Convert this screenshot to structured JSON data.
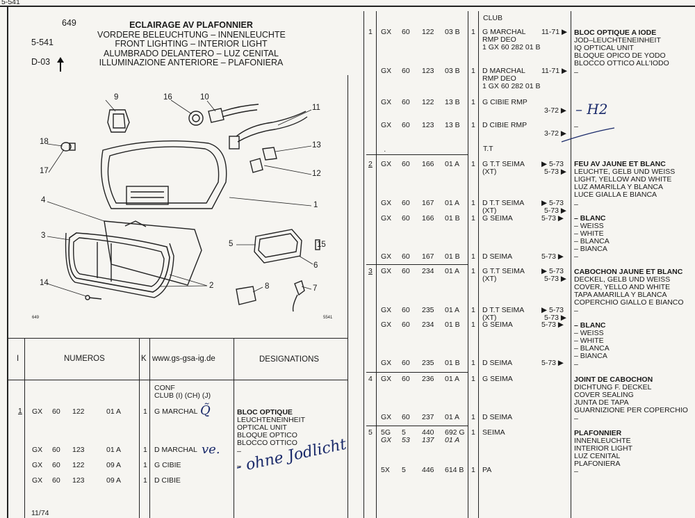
{
  "page_ref": "5-541",
  "header": {
    "number": "649",
    "code": "5-541",
    "sub_code": "D-03",
    "title_lines": [
      "ECLAIRAGE AV PLAFONNIER",
      "VORDERE BELEUCHTUNG – INNENLEUCHTE",
      "FRONT LIGHTING – INTERIOR LIGHT",
      "ALUMBRADO DELANTERO – LUZ CENITAL",
      "ILLUMINAZIONE ANTERIORE – PLAFONIERA"
    ]
  },
  "diagram": {
    "labels": [
      "9",
      "16",
      "10",
      "11",
      "18",
      "17",
      "13",
      "12",
      "4",
      "1",
      "3",
      "5",
      "15",
      "6",
      "14",
      "2",
      "8",
      "7"
    ],
    "corner_left": "649",
    "corner_right": "5541"
  },
  "table_header": {
    "col_i": "I",
    "col_numeros": "NUMEROS",
    "col_k": "K",
    "website": "www.gs-gsa-ig.de",
    "col_designations": "DESIGNATIONS"
  },
  "left_conf": [
    "CONF",
    "CLUB (I) (CH) (J)"
  ],
  "left_rows": [
    {
      "idx": "1",
      "p1": "GX",
      "p2": "60",
      "p3": "122",
      "p4": "01 A",
      "q": "1",
      "name": "G MARCHAL"
    },
    {
      "idx": "",
      "p1": "GX",
      "p2": "60",
      "p3": "123",
      "p4": "01 A",
      "q": "1",
      "name": "D MARCHAL"
    },
    {
      "idx": "",
      "p1": "GX",
      "p2": "60",
      "p3": "122",
      "p4": "09 A",
      "q": "1",
      "name": "G CIBIE"
    },
    {
      "idx": "",
      "p1": "GX",
      "p2": "60",
      "p3": "123",
      "p4": "09 A",
      "q": "1",
      "name": "D CIBIE"
    }
  ],
  "left_desc": {
    "bloc": [
      "BLOC OPTIQUE",
      "LEUCHTENEINHEIT",
      "OPTICAL UNIT",
      "BLOQUE OPTICO",
      "BLOCCO OTTICO"
    ],
    "dash1": "–",
    "dash2": "–"
  },
  "handwriting": {
    "note1": "Q̃",
    "note2": "ve.",
    "note3": "- ohne Jodlicht",
    "note4": "– H2"
  },
  "footer_date": "11/74",
  "right": {
    "club": "CLUB",
    "tt": "T.T",
    "rows": [
      {
        "idx": "1",
        "p1": "GX",
        "p2": "60",
        "p3": "122",
        "p4": "03 B",
        "q": "1",
        "name": [
          "G MARCHAL",
          "RMP DEO",
          "1 GX 60 282 01 B"
        ],
        "date": "11-71 ▶"
      },
      {
        "idx": "",
        "p1": "GX",
        "p2": "60",
        "p3": "123",
        "p4": "03 B",
        "q": "1",
        "name": [
          "D MARCHAL",
          "RMP DEO",
          "1 GX 60 282 01 B"
        ],
        "date": "11-71 ▶"
      },
      {
        "idx": "",
        "p1": "GX",
        "p2": "60",
        "p3": "122",
        "p4": "13 B",
        "q": "1",
        "name": [
          "G CIBIE RMP"
        ],
        "date": "3-72 ▶"
      },
      {
        "idx": "",
        "p1": "GX",
        "p2": "60",
        "p3": "123",
        "p4": "13 B",
        "q": "1",
        "name": [
          "D CIBIE RMP"
        ],
        "date": "3-72 ▶"
      },
      {
        "idx": "2",
        "p1": "GX",
        "p2": "60",
        "p3": "166",
        "p4": "01 A",
        "q": "1",
        "name": [
          "G T.T SEIMA",
          "(XT)"
        ],
        "date": "▶ 5-73",
        "date2": "5-73 ▶"
      },
      {
        "idx": "",
        "p1": "GX",
        "p2": "60",
        "p3": "167",
        "p4": "01 A",
        "q": "1",
        "name": [
          "D T.T SEIMA",
          "(XT)"
        ],
        "date": "▶ 5-73",
        "date2": "5-73 ▶"
      },
      {
        "idx": "",
        "p1": "GX",
        "p2": "60",
        "p3": "166",
        "p4": "01 B",
        "q": "1",
        "name": [
          "G SEIMA"
        ],
        "date": "5-73 ▶"
      },
      {
        "idx": "",
        "p1": "GX",
        "p2": "60",
        "p3": "167",
        "p4": "01 B",
        "q": "1",
        "name": [
          "D SEIMA"
        ],
        "date": "5-73 ▶"
      },
      {
        "idx": "3",
        "p1": "GX",
        "p2": "60",
        "p3": "234",
        "p4": "01 A",
        "q": "1",
        "name": [
          "G T.T SEIMA",
          "(XT)"
        ],
        "date": "▶ 5-73",
        "date2": "5-73 ▶"
      },
      {
        "idx": "",
        "p1": "GX",
        "p2": "60",
        "p3": "235",
        "p4": "01 A",
        "q": "1",
        "name": [
          "D T.T SEIMA",
          "(XT)"
        ],
        "date": "▶ 5-73",
        "date2": "5-73 ▶"
      },
      {
        "idx": "",
        "p1": "GX",
        "p2": "60",
        "p3": "234",
        "p4": "01 B",
        "q": "1",
        "name": [
          "G SEIMA"
        ],
        "date": "5-73 ▶"
      },
      {
        "idx": "",
        "p1": "GX",
        "p2": "60",
        "p3": "235",
        "p4": "01 B",
        "q": "1",
        "name": [
          "D SEIMA"
        ],
        "date": "5-73 ▶"
      },
      {
        "idx": "4",
        "p1": "GX",
        "p2": "60",
        "p3": "236",
        "p4": "01 A",
        "q": "1",
        "name": [
          "G SEIMA"
        ],
        "date": ""
      },
      {
        "idx": "",
        "p1": "GX",
        "p2": "60",
        "p3": "237",
        "p4": "01 A",
        "q": "1",
        "name": [
          "D SEIMA"
        ],
        "date": ""
      },
      {
        "idx": "5",
        "p1": "5G",
        "p2": "5",
        "p3": "440",
        "p4": "692 G",
        "q": "1",
        "name": [
          "SEIMA"
        ],
        "date": ""
      },
      {
        "idx": "",
        "p1": "GX",
        "p2": "53",
        "p3": "137",
        "p4": "01 A",
        "q": "",
        "name": [],
        "date": ""
      },
      {
        "idx": "",
        "p1": "5X",
        "p2": "5",
        "p3": "446",
        "p4": "614 B",
        "q": "1",
        "name": [
          "PA"
        ],
        "date": ""
      }
    ],
    "desc": {
      "d1": [
        "BLOC OPTIQUE A IODE",
        "JOD–LEUCHTENEINHEIT",
        "IQ OPTICAL UNIT",
        "BLOQUE OPICO DE YODO",
        "BLOCCO OTTICO ALL'IODO"
      ],
      "d2": [
        "FEU AV JAUNE ET BLANC",
        "LEUCHTE, GELB UND WEISS",
        "LIGHT, YELLOW AND WHITE",
        "LUZ AMARILLA Y BLANCA",
        "LUCE GIALLA E BIANCA"
      ],
      "d3": [
        "– BLANC",
        "– WEISS",
        "– WHITE",
        "– BLANCA",
        "– BIANCA"
      ],
      "d4": [
        "CABOCHON JAUNE ET BLANC",
        "DECKEL, GELB UND WEISS",
        "COVER, YELLO AND WHITE",
        "TAPA AMARILLA Y BLANCA",
        "COPERCHIO GIALLO E BIANCO"
      ],
      "d5": [
        "– BLANC",
        "– WEISS",
        "– WHITE",
        "– BLANCA",
        "– BIANCA"
      ],
      "d6": [
        "JOINT DE CABOCHON",
        "DICHTUNG F. DECKEL",
        "COVER SEALING",
        "JUNTA DE TAPA",
        "GUARNIZIONE PER COPERCHIO"
      ],
      "d7": [
        "PLAFONNIER",
        "INNENLEUCHTE",
        "INTERIOR LIGHT",
        "LUZ CENITAL",
        "PLAFONIERA"
      ],
      "dash": "–"
    }
  }
}
